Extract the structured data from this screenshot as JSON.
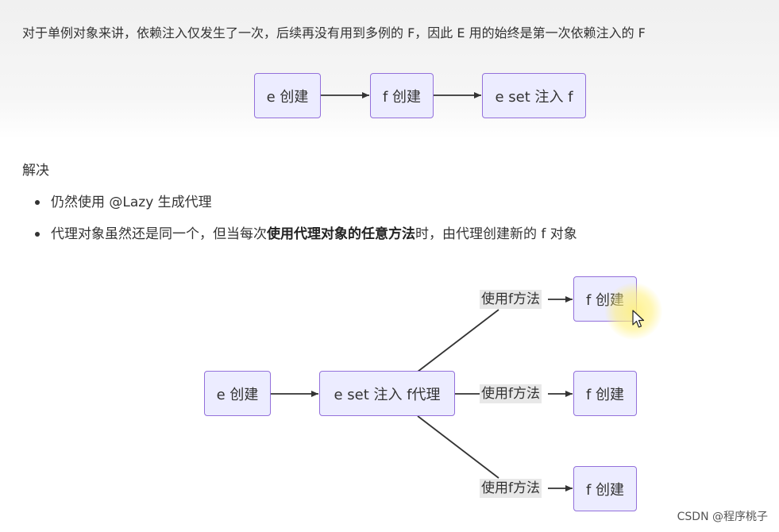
{
  "paragraph": "对于单例对象来讲，依赖注入仅发生了一次，后续再没有用到多例的 F，因此 E 用的始终是第一次依赖注入的 F",
  "diagram1": {
    "nodes": [
      "e 创建",
      "f 创建",
      "e set 注入 f"
    ]
  },
  "section": {
    "heading": "解决",
    "bullet1": "仍然使用 @Lazy 生成代理",
    "bullet2": {
      "before": "代理对象虽然还是同一个，但当每次",
      "bold": "使用代理对象的任意方法",
      "after": "时，由代理创建新的 f 对象"
    }
  },
  "diagram2": {
    "source": "e 创建",
    "proxy": "e set 注入 f代理",
    "edge_label": "使用f方法",
    "targets": [
      "f 创建",
      "f 创建",
      "f 创建"
    ]
  },
  "watermark": "CSDN @程序桃子",
  "colors": {
    "node_fill": "#ececff",
    "node_border": "#9370db",
    "edge": "#333333"
  }
}
